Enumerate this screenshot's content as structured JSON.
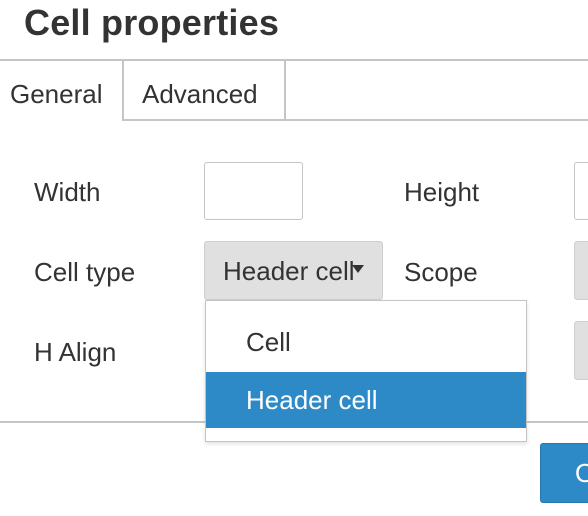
{
  "dialog": {
    "title": "Cell properties"
  },
  "tabs": [
    {
      "label": "General",
      "active": true
    },
    {
      "label": "Advanced",
      "active": false
    }
  ],
  "form": {
    "width_label": "Width",
    "width_value": "",
    "height_label": "Height",
    "height_value": "",
    "cell_type_label": "Cell type",
    "cell_type_value": "Header cell",
    "scope_label": "Scope",
    "h_align_label": "H Align"
  },
  "cell_type_options": [
    {
      "label": "Cell",
      "selected": false
    },
    {
      "label": "Header cell",
      "selected": true
    }
  ],
  "footer": {
    "ok_label": "Ok"
  },
  "colors": {
    "accent": "#2d8ac7",
    "border": "#c5c5c5",
    "select_bg": "#e0e0e0",
    "text": "#333333"
  }
}
